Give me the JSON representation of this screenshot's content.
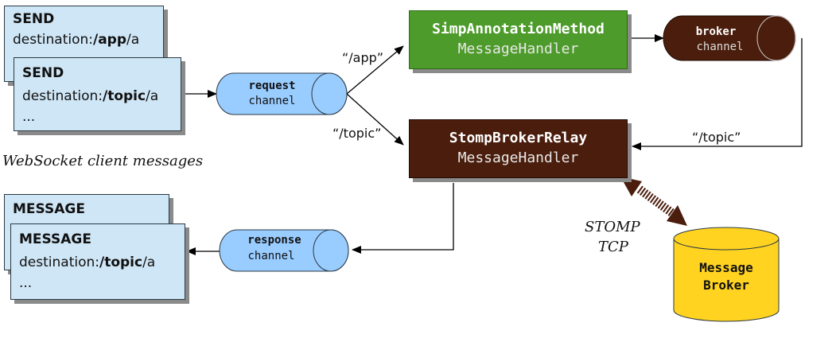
{
  "client_messages": {
    "send_app": {
      "verb": "SEND",
      "dest_prefix": "destination:",
      "dest_path": "/app",
      "dest_suffix": "/a"
    },
    "send_topic": {
      "verb": "SEND",
      "dest_prefix": "destination:",
      "dest_path": "/topic",
      "dest_suffix": "/a",
      "ellipsis": "..."
    },
    "caption": "WebSocket client messages"
  },
  "outbound_messages": {
    "message_back": {
      "verb": "MESSAGE"
    },
    "message_front": {
      "verb": "MESSAGE",
      "dest_prefix": "destination:",
      "dest_path": "/topic",
      "dest_suffix": "/a",
      "ellipsis": "..."
    }
  },
  "channels": {
    "request": {
      "line1": "request",
      "line2": "channel"
    },
    "response": {
      "line1": "response",
      "line2": "channel"
    },
    "broker": {
      "line1": "broker",
      "line2": "channel"
    }
  },
  "handlers": {
    "simp": {
      "line1": "SimpAnnotationMethod",
      "line2": "MessageHandler"
    },
    "relay": {
      "line1": "StompBrokerRelay",
      "line2": "MessageHandler"
    }
  },
  "routes": {
    "app": "“/app”",
    "topic_request": "“/topic”",
    "topic_broker": "“/topic”"
  },
  "stomp": {
    "line1": "STOMP",
    "line2": "TCP"
  },
  "message_broker": {
    "line1": "Message",
    "line2": "Broker"
  },
  "colors": {
    "message_fill": "#cfe6f6",
    "channel_fill": "#99ccff",
    "broker_channel_fill": "#4a1d0c",
    "simp_handler_fill": "#4d9b2a",
    "relay_handler_fill": "#4a1d0c",
    "message_broker_fill": "#ffd320"
  }
}
